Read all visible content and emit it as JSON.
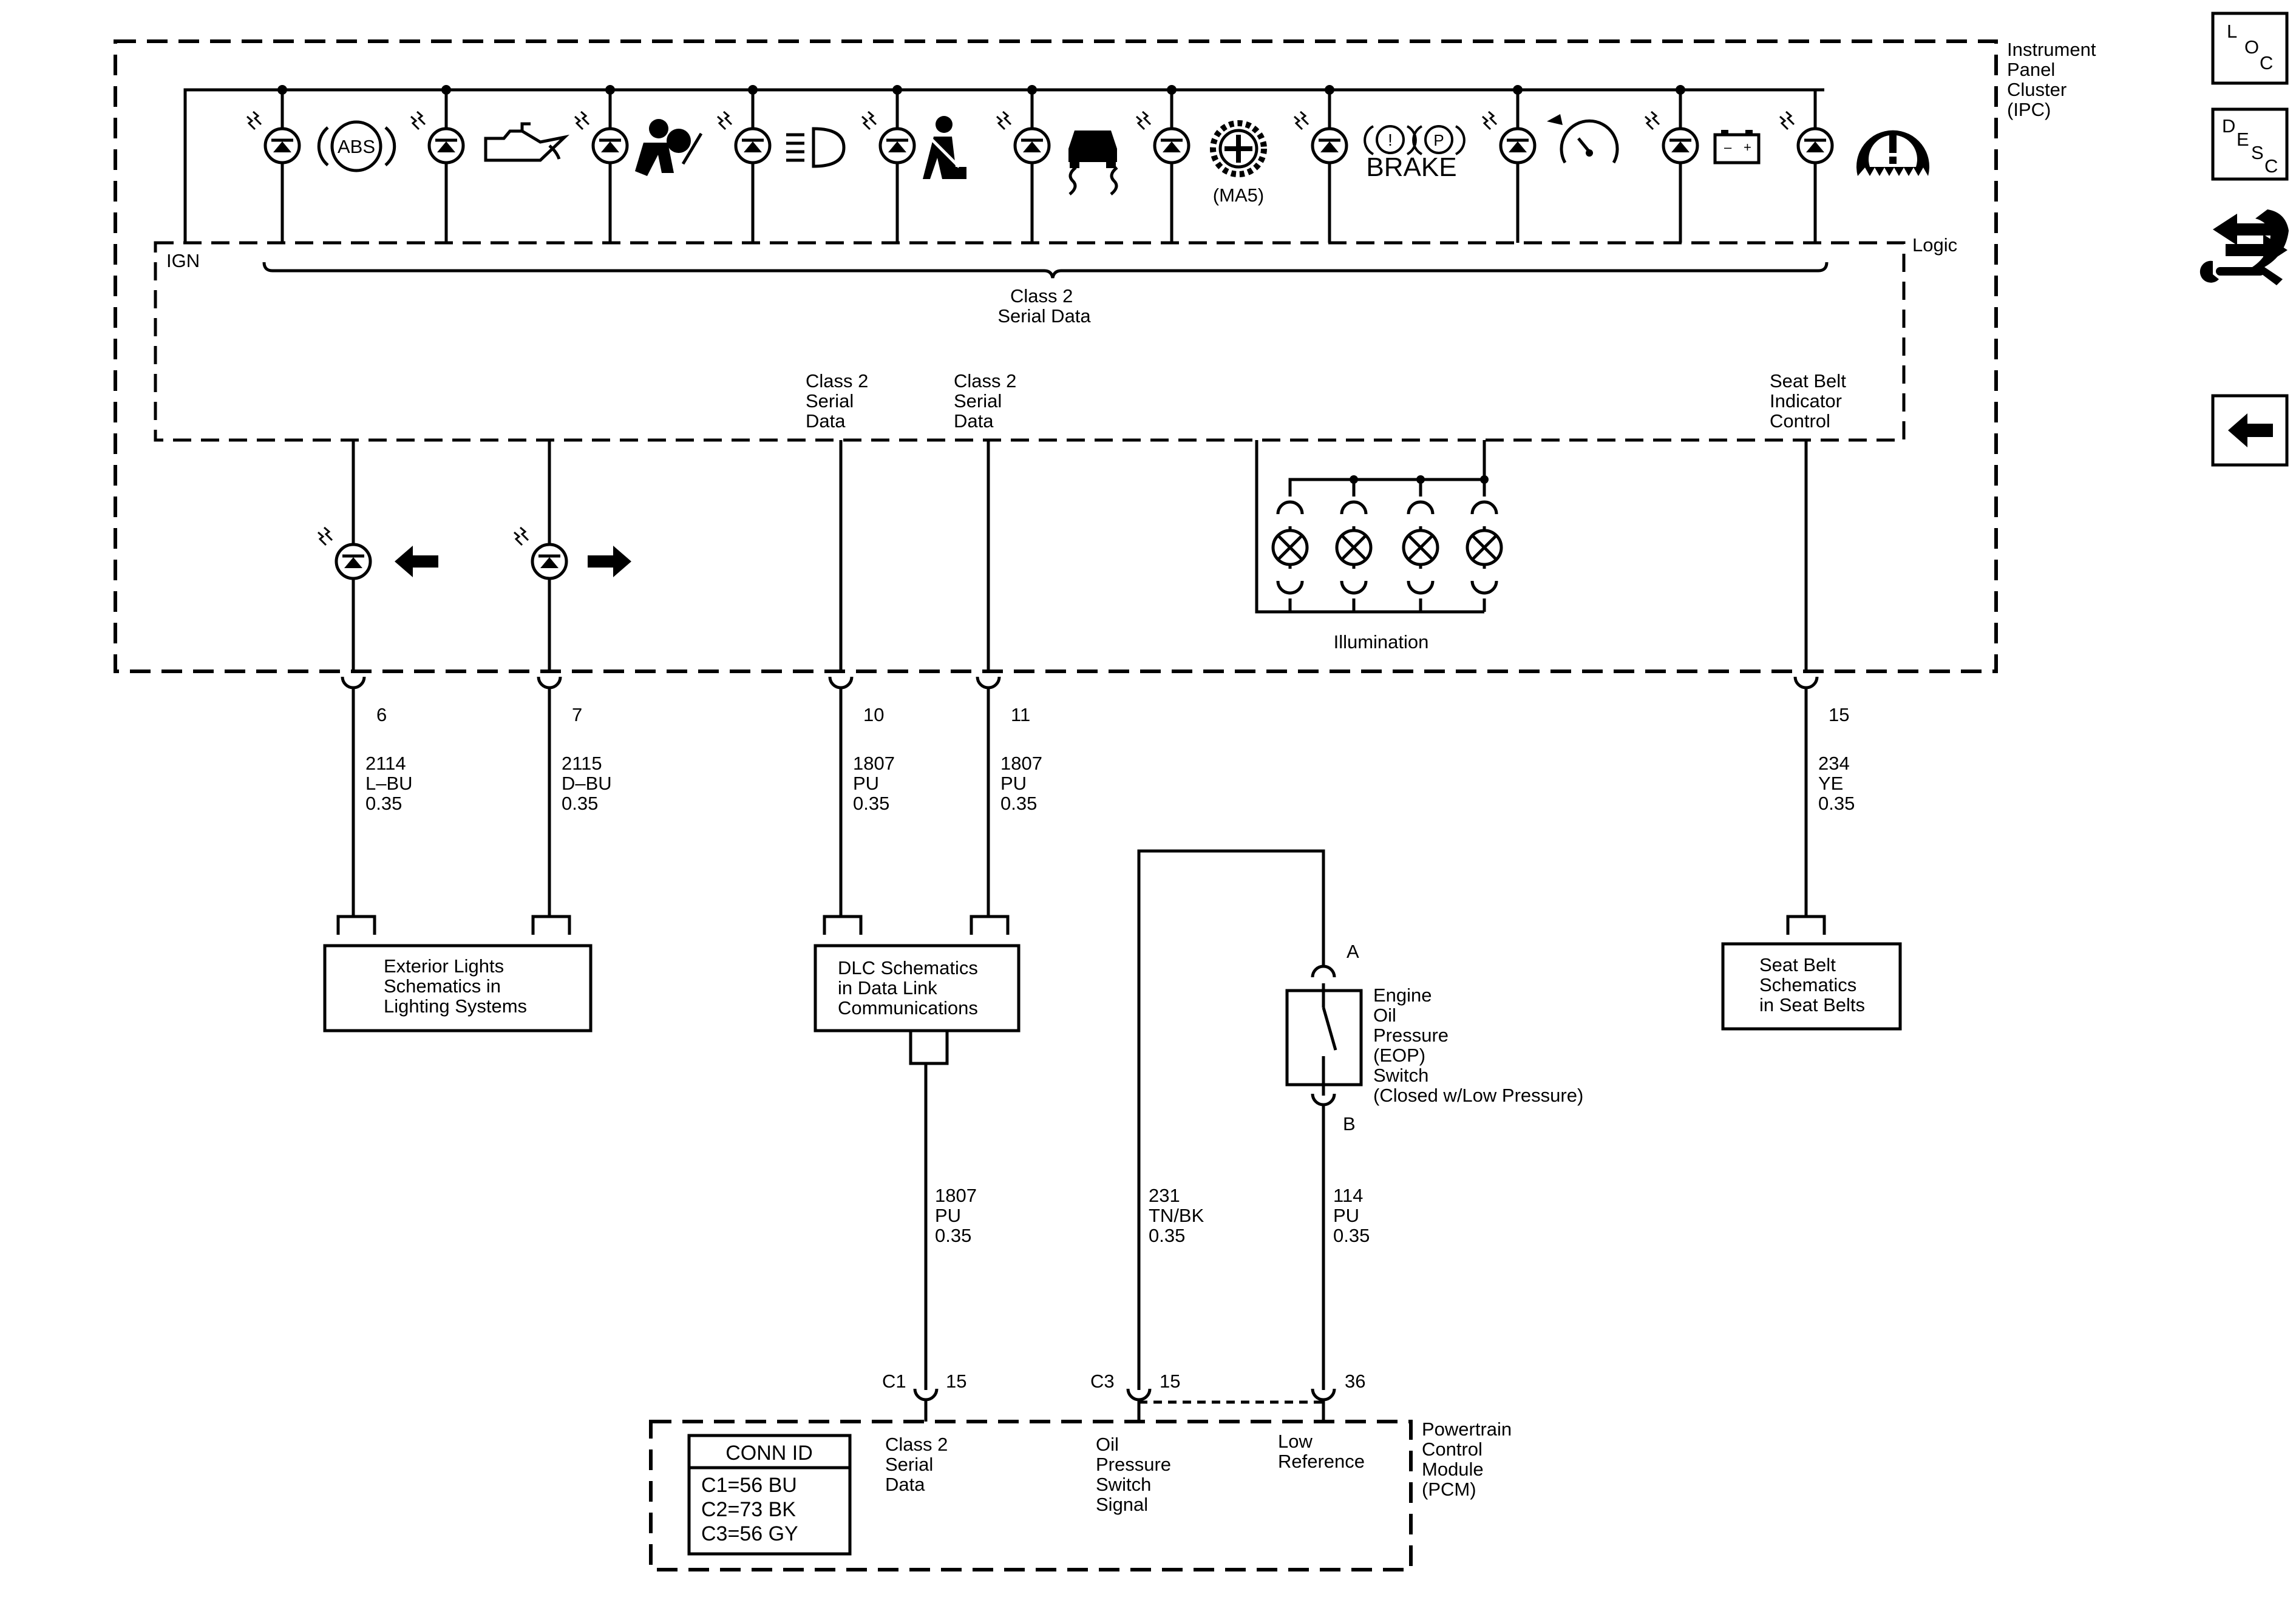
{
  "ipc": {
    "title": [
      "Instrument",
      "Panel",
      "Cluster",
      "(IPC)"
    ],
    "logic_label": "Logic",
    "ign_label": "IGN",
    "bus_label": [
      "Class 2",
      "Serial Data"
    ],
    "data_label_10": [
      "Class 2",
      "Serial",
      "Data"
    ],
    "data_label_11": [
      "Class 2",
      "Serial",
      "Data"
    ],
    "seatbelt_control": [
      "Seat Belt",
      "Indicator",
      "Control"
    ],
    "illumination": "Illumination",
    "indicators": [
      {
        "icon": "abs-icon",
        "text": "ABS"
      },
      {
        "icon": "oil-can-icon"
      },
      {
        "icon": "airbag-icon"
      },
      {
        "icon": "headlamp-icon"
      },
      {
        "icon": "seatbelt-icon"
      },
      {
        "icon": "traction-control-icon"
      },
      {
        "icon": "service-gear-icon",
        "text": "(MA5)"
      },
      {
        "icon": "brake-warning-icon",
        "text": "BRAKE"
      },
      {
        "icon": "cruise-speedometer-icon"
      },
      {
        "icon": "battery-icon"
      },
      {
        "icon": "tire-pressure-icon"
      }
    ]
  },
  "turn_indicators": [
    {
      "icon": "left-arrow-icon"
    },
    {
      "icon": "right-arrow-icon"
    }
  ],
  "circuits": {
    "c6": {
      "pin": "6",
      "circuit": "2114",
      "color": "L–BU",
      "gauge": "0.35"
    },
    "c7": {
      "pin": "7",
      "circuit": "2115",
      "color": "D–BU",
      "gauge": "0.35"
    },
    "c10": {
      "pin": "10",
      "circuit": "1807",
      "color": "PU",
      "gauge": "0.35"
    },
    "c11": {
      "pin": "11",
      "circuit": "1807",
      "color": "PU",
      "gauge": "0.35"
    },
    "c15": {
      "pin": "15",
      "circuit": "234",
      "color": "YE",
      "gauge": "0.35"
    },
    "dlc_pcm": {
      "circuit": "1807",
      "color": "PU",
      "gauge": "0.35"
    },
    "eop_sig": {
      "circuit": "231",
      "color": "TN/BK",
      "gauge": "0.35"
    },
    "eop_low": {
      "circuit": "114",
      "color": "PU",
      "gauge": "0.35"
    }
  },
  "boxes": {
    "exterior": [
      "Exterior Lights",
      "Schematics in",
      "Lighting Systems"
    ],
    "dlc": [
      "DLC Schematics",
      "in Data Link",
      "Communications"
    ],
    "seatbelt": [
      "Seat Belt",
      "Schematics",
      "in Seat Belts"
    ]
  },
  "eop": {
    "pin_a": "A",
    "pin_b": "B",
    "label": [
      "Engine",
      "Oil",
      "Pressure",
      "(EOP)",
      "Switch",
      "(Closed w/Low Pressure)"
    ]
  },
  "pcm": {
    "title": [
      "Powertrain",
      "Control",
      "Module",
      "(PCM)"
    ],
    "conn_c1": "C1",
    "pin_c1": "15",
    "conn_c3": "C3",
    "pin_c3": "15",
    "pin_36": "36",
    "label_serial": [
      "Class 2",
      "Serial",
      "Data"
    ],
    "label_oil": [
      "Oil",
      "Pressure",
      "Switch",
      "Signal"
    ],
    "label_low": [
      "Low",
      "Reference"
    ],
    "conn_id_title": "CONN ID",
    "conn_id": [
      "C1=56 BU",
      "C2=73 BK",
      "C3=56 GY"
    ]
  },
  "nav": {
    "loc": [
      "L",
      "O",
      "C"
    ],
    "desc": [
      "D",
      "E",
      "S",
      "C"
    ],
    "connector_icon": "connector-tool-icon",
    "back_icon": "back-arrow-icon"
  }
}
